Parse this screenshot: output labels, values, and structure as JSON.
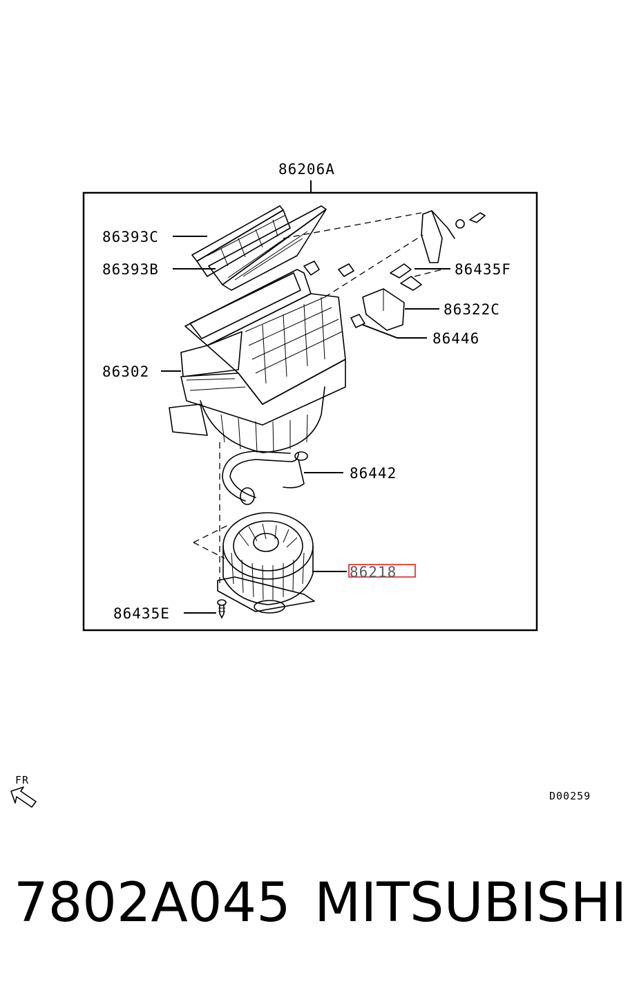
{
  "assembly": {
    "code": "86206A"
  },
  "callouts": [
    {
      "id": "86393c",
      "text": "86393C"
    },
    {
      "id": "86393b",
      "text": "86393B"
    },
    {
      "id": "86435f",
      "text": "86435F"
    },
    {
      "id": "86322c",
      "text": "86322C"
    },
    {
      "id": "86446",
      "text": "86446"
    },
    {
      "id": "86302",
      "text": "86302"
    },
    {
      "id": "86442",
      "text": "86442"
    },
    {
      "id": "86218",
      "text": "86218",
      "highlighted": true
    },
    {
      "id": "86435e",
      "text": "86435E"
    }
  ],
  "orientation": {
    "label": "FR"
  },
  "diagram_code": "D00259",
  "footer": {
    "part_number": "7802A045",
    "brand": "MITSUBISHI"
  },
  "colors": {
    "line": "#000000",
    "highlight": "#e02020",
    "background": "#ffffff"
  }
}
